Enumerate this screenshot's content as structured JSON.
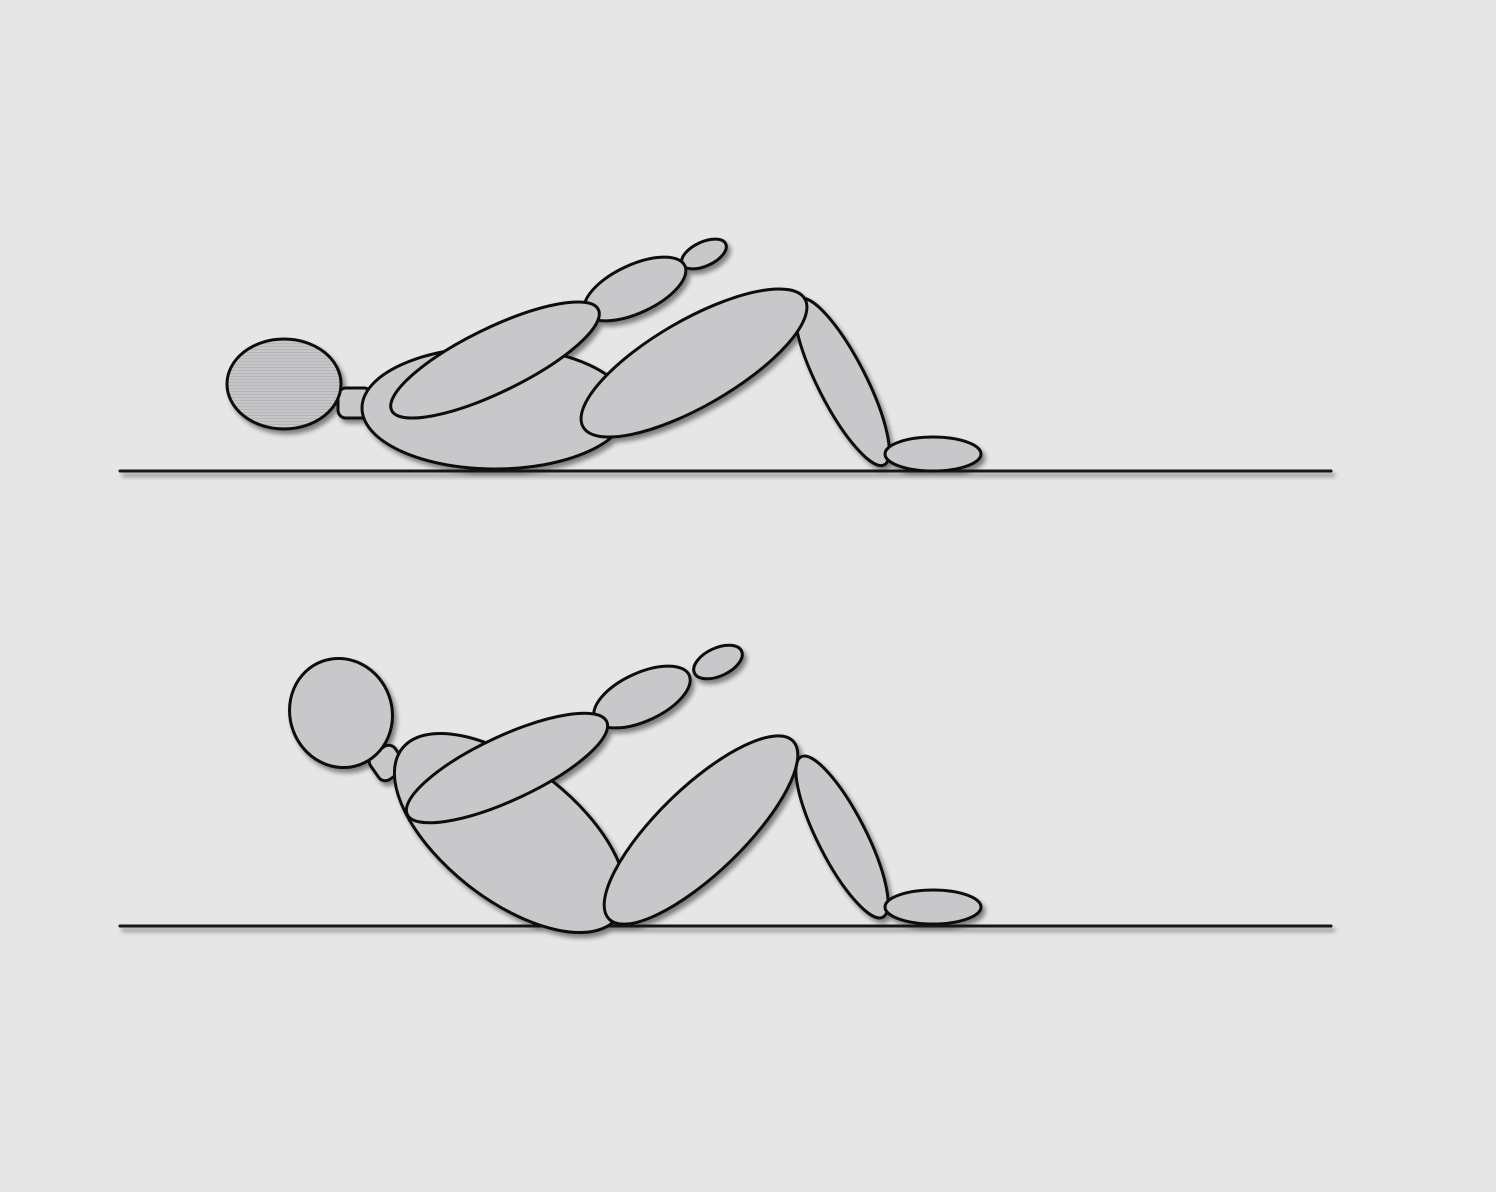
{
  "diagram": {
    "subject": "crunch-exercise",
    "panels": [
      {
        "id": "start-position",
        "order": 1
      },
      {
        "id": "end-position",
        "order": 2
      }
    ]
  },
  "colors": {
    "background": "#e6e6e6",
    "body_fill": "#c8c8ca",
    "outline": "#111111",
    "shadow": "#9a9a9a",
    "head_hatch": "#a8a8aa"
  }
}
